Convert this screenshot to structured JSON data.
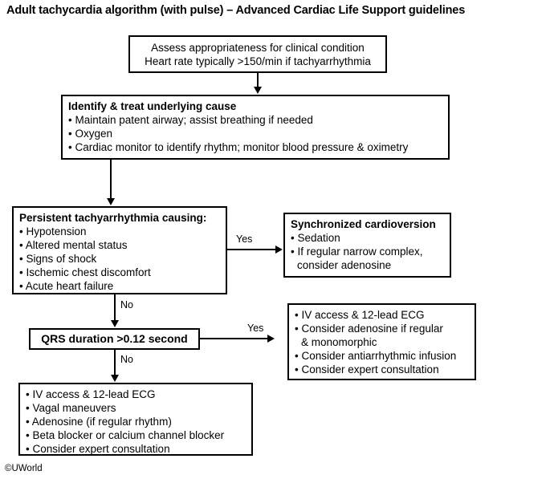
{
  "title": "Adult tachycardia algorithm (with pulse) – Advanced Cardiac Life Support guidelines",
  "footer": "©UWorld",
  "colors": {
    "background": "#ffffff",
    "border": "#000000",
    "text": "#000000"
  },
  "nodes": {
    "assess": {
      "name": "assess-appropriateness",
      "lines": [
        "Assess appropriateness for clinical condition",
        "Heart rate typically >150/min if tachyarrhythmia"
      ]
    },
    "identify": {
      "name": "identify-treat-underlying-cause",
      "header": "Identify & treat underlying cause",
      "items": [
        "• Maintain patent airway; assist breathing if needed",
        "• Oxygen",
        "• Cardiac monitor to identify rhythm; monitor blood pressure & oximetry"
      ]
    },
    "persistent": {
      "name": "persistent-tachyarrhythmia",
      "header": "Persistent tachyarrhythmia causing:",
      "items": [
        "• Hypotension",
        "• Altered mental status",
        "• Signs of shock",
        "• Ischemic chest discomfort",
        "• Acute heart failure"
      ]
    },
    "cardioversion": {
      "name": "synchronized-cardioversion",
      "header": "Synchronized cardioversion",
      "items": [
        "• Sedation",
        "• If regular narrow complex,",
        "consider adenosine"
      ]
    },
    "qrs": {
      "name": "qrs-duration-decision",
      "label": "QRS duration >0.12 second"
    },
    "wide": {
      "name": "wide-complex-treatment",
      "items": [
        "• IV access & 12-lead ECG",
        "• Consider adenosine if regular",
        "& monomorphic",
        "• Consider antiarrhythmic infusion",
        "• Consider expert consultation"
      ]
    },
    "narrow": {
      "name": "narrow-complex-treatment",
      "items": [
        "• IV access & 12-lead ECG",
        "• Vagal maneuvers",
        "• Adenosine (if regular rhythm)",
        "• Beta blocker or calcium channel blocker",
        "• Consider expert consultation"
      ]
    }
  },
  "edges": {
    "persistent_yes": "Yes",
    "persistent_no": "No",
    "qrs_yes": "Yes",
    "qrs_no": "No"
  }
}
